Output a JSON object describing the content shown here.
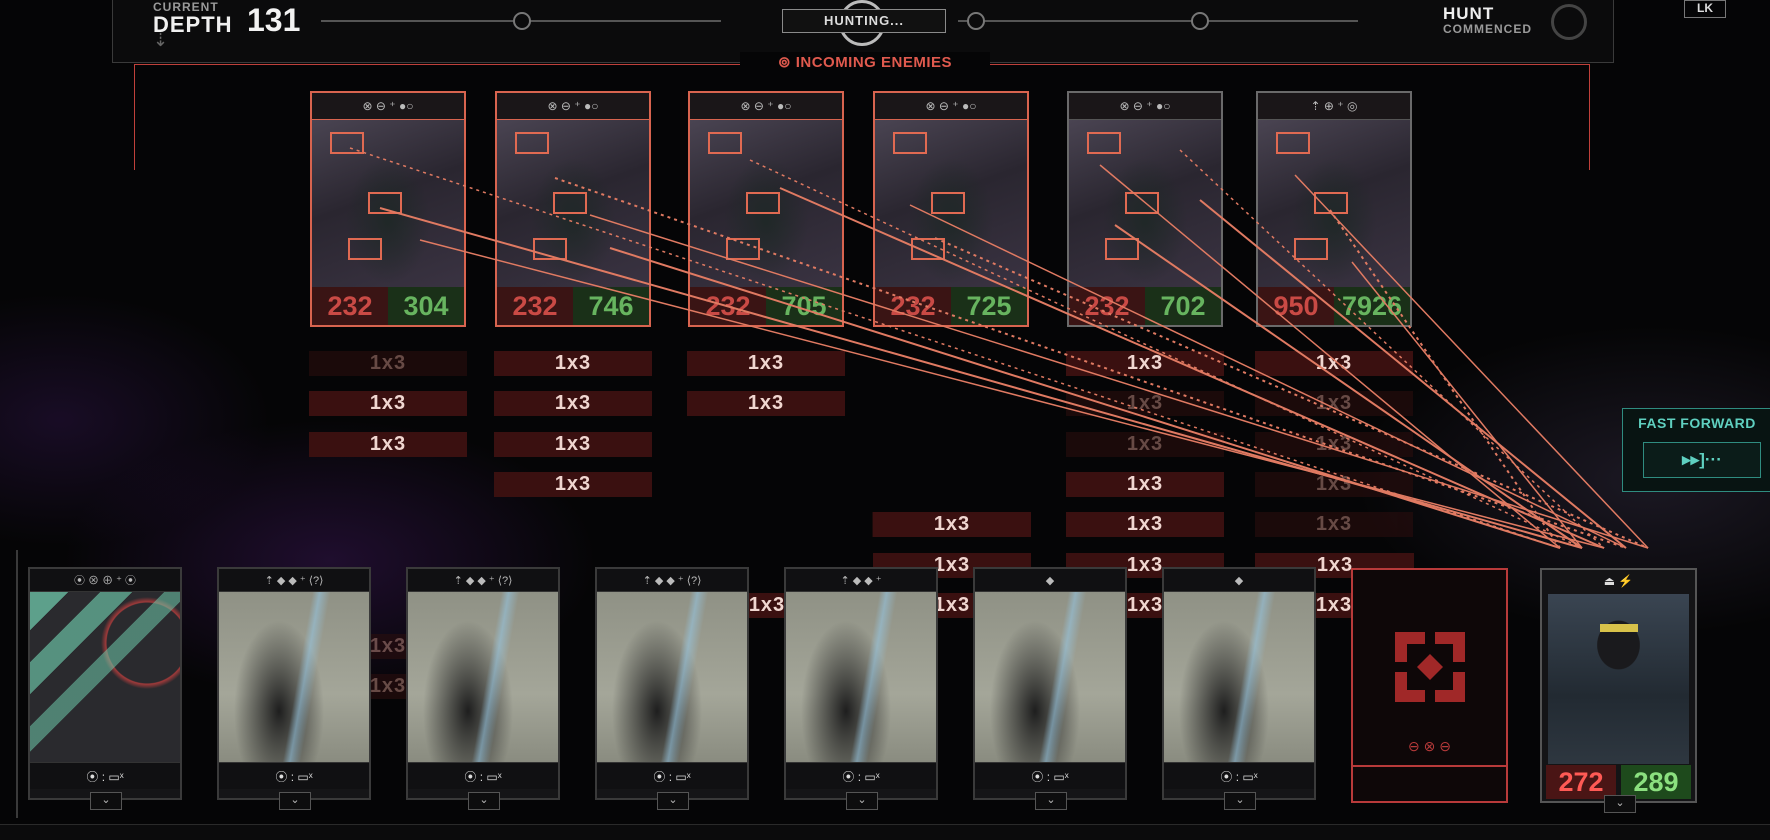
{
  "hud": {
    "depth_label_top": "CURRENT",
    "depth_label": "DEPTH",
    "depth_value": "131",
    "status": "HUNTING...",
    "hunt_title": "HUNT",
    "hunt_subtitle": "COMMENCED",
    "corner_label": "LK"
  },
  "incoming_label": "INCOMING ENEMIES",
  "enemies": [
    {
      "atk": "232",
      "hp": "304",
      "icons": "⊗ ⊖ ⁺ ●○",
      "tags": [
        {
          "text": "1x3",
          "faded": true
        },
        {
          "text": "1x3"
        },
        {
          "text": "1x3"
        }
      ]
    },
    {
      "atk": "232",
      "hp": "746",
      "icons": "⊗ ⊖ ⁺ ●○",
      "tags": [
        {
          "text": "1x3"
        },
        {
          "text": "1x3"
        },
        {
          "text": "1x3"
        },
        {
          "text": "1x3"
        }
      ]
    },
    {
      "atk": "232",
      "hp": "705",
      "icons": "⊗ ⊖ ⁺ ●○",
      "tags": [
        {
          "text": "1x3"
        },
        {
          "text": "1x3"
        }
      ]
    },
    {
      "atk": "232",
      "hp": "725",
      "icons": "⊗ ⊖ ⁺ ●○",
      "tags": [
        {
          "text": "1x3",
          "faded": true
        }
      ]
    },
    {
      "atk": "232",
      "hp": "702",
      "icons": "⊗ ⊖ ⁺ ●○",
      "tags": [
        {
          "text": "1x3"
        },
        {
          "text": "1x3",
          "faded": true
        },
        {
          "text": "1x3",
          "faded": true
        },
        {
          "text": "1x3"
        },
        {
          "text": "1x3"
        },
        {
          "text": "1x3"
        },
        {
          "text": "1x3"
        }
      ]
    },
    {
      "atk": "950",
      "hp": "7926",
      "icons": "⇡ ⊕ ⁺ ◎",
      "tags": [
        {
          "text": "1x3"
        },
        {
          "text": "1x3",
          "faded": true
        },
        {
          "text": "1x3",
          "faded": true
        },
        {
          "text": "1x3",
          "faded": true
        },
        {
          "text": "1x3",
          "faded": true
        },
        {
          "text": "1x3"
        },
        {
          "text": "1x3"
        }
      ]
    }
  ],
  "extra_tags": [
    {
      "text": "1x3"
    },
    {
      "text": "1x3"
    },
    {
      "text": "1x3"
    },
    {
      "text": "1x3"
    },
    {
      "text": "1x3"
    },
    {
      "text": "1x3",
      "faded": true
    },
    {
      "text": "1x3",
      "faded": true
    }
  ],
  "player_cards": [
    {
      "top": "⦿ ⊗ ⊕ ⁺ ⦿",
      "bottom": "⦿ : ▭ˣ",
      "art": "claw-art"
    },
    {
      "top": "⇡ ◆ ◆ ⁺ ⟨?⟩",
      "bottom": "⦿ : ▭ˣ",
      "art": "tree-art"
    },
    {
      "top": "⇡ ◆ ◆ ⁺ ⟨?⟩",
      "bottom": "⦿ : ▭ˣ",
      "art": "tree-art"
    },
    {
      "top": "⇡ ◆ ◆ ⁺ ⟨?⟩",
      "bottom": "⦿ : ▭ˣ",
      "art": "tree-art"
    },
    {
      "top": "⇡ ◆ ◆ ⁺",
      "bottom": "⦿ : ▭ˣ",
      "art": "tree-art"
    },
    {
      "top": "◆",
      "bottom": "⦿ : ▭ˣ",
      "art": "tree-art"
    },
    {
      "top": "◆",
      "bottom": "⦿ : ▭ˣ",
      "art": "tree-art"
    }
  ],
  "boss_slot": {
    "icons": "⊖ ⊗ ⊖"
  },
  "hero": {
    "atk": "272",
    "hp": "289",
    "top": "⏏ ⚡"
  },
  "fast_forward": {
    "label": "FAST FORWARD",
    "button": "▸▸]···"
  },
  "colors": {
    "accent_red": "#d8644f",
    "hp_green": "#67b45f",
    "atk_red": "#c94a45",
    "teal": "#5fd0c0"
  }
}
